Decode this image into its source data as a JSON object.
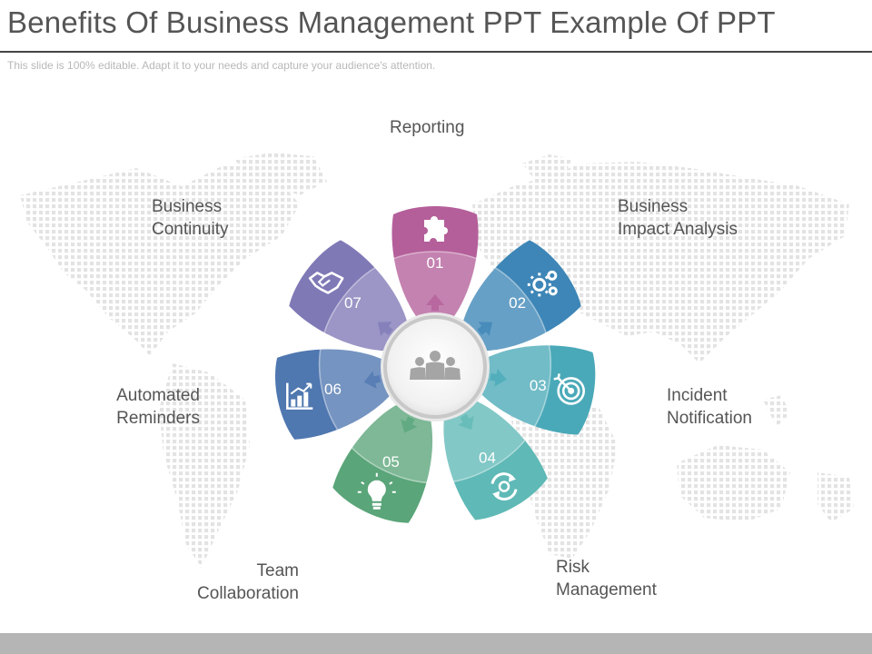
{
  "header": {
    "title": "Benefits Of Business Management PPT Example Of PPT",
    "subtitle": "This slide is 100% editable. Adapt it to your needs and capture your audience's attention."
  },
  "colors": {
    "petal_01": "#b45f9a",
    "petal_02": "#3d86b7",
    "petal_03": "#4aa9b8",
    "petal_04": "#5fb9b6",
    "petal_05": "#5aa579",
    "petal_06": "#4f77b0",
    "petal_07": "#7f79b6",
    "label_text": "#555555",
    "background_map": "#e6e6e6"
  },
  "center": {
    "icon": "team-people-icon"
  },
  "petals": [
    {
      "number": "01",
      "icon": "puzzle-icon",
      "label": [
        "Reporting"
      ]
    },
    {
      "number": "02",
      "icon": "gears-icon",
      "label": [
        "Business",
        "Impact Analysis"
      ]
    },
    {
      "number": "03",
      "icon": "target-icon",
      "label": [
        "Incident",
        "Notification"
      ]
    },
    {
      "number": "04",
      "icon": "refresh-gear-icon",
      "label": [
        "Risk",
        "Management"
      ]
    },
    {
      "number": "05",
      "icon": "lightbulb-icon",
      "label": [
        "Team",
        "Collaboration"
      ]
    },
    {
      "number": "06",
      "icon": "bar-chart-icon",
      "label": [
        "Automated",
        "Reminders"
      ]
    },
    {
      "number": "07",
      "icon": "handshake-icon",
      "label": [
        "Business",
        "Continuity"
      ]
    }
  ]
}
